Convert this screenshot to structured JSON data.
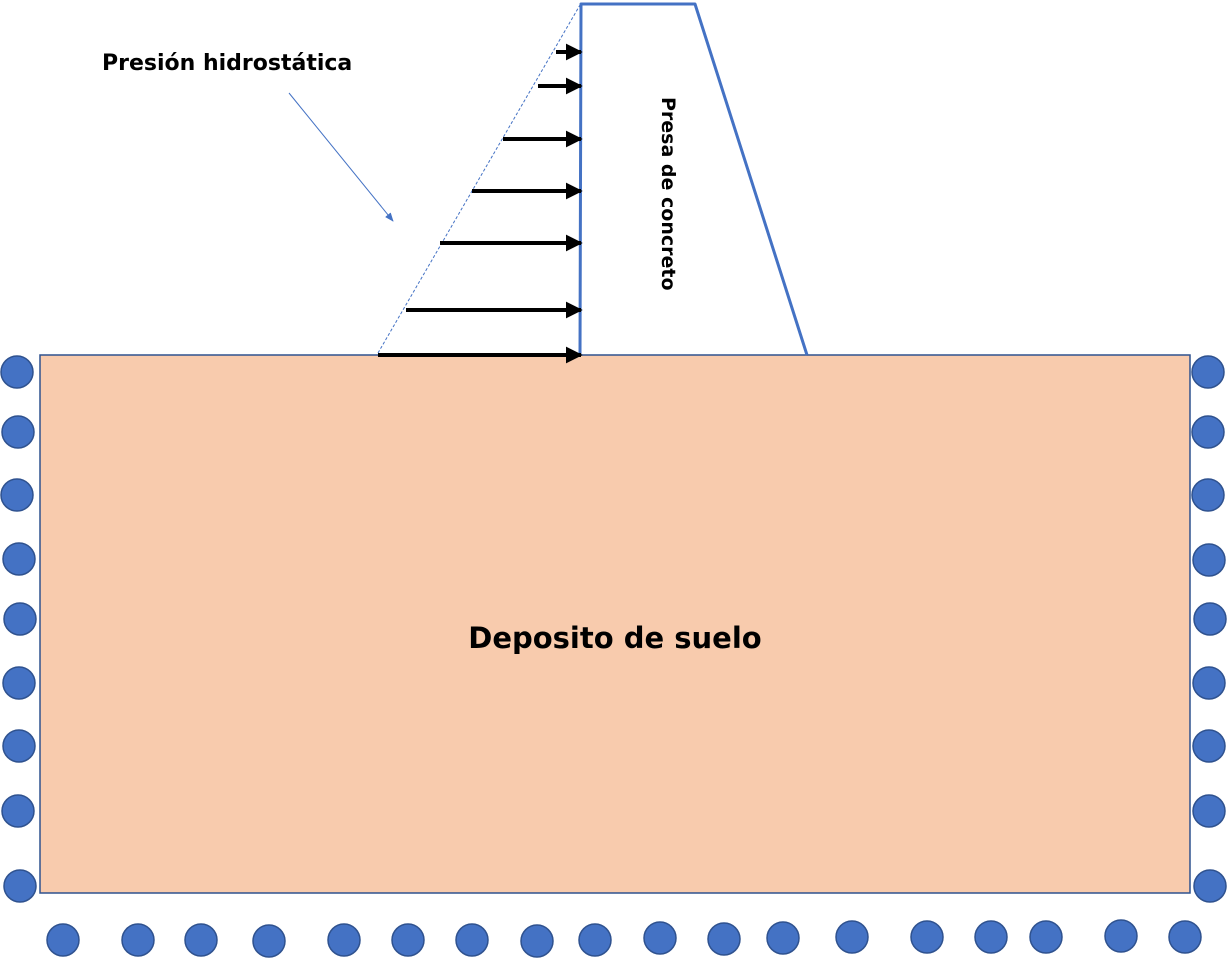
{
  "labels": {
    "pressure": "Presión hidrostática",
    "dam": "Presa de concreto",
    "soil": "Deposito de suelo"
  },
  "colors": {
    "soil_fill": "#F8CBAD",
    "outline": "#2F528F",
    "dam_line": "#4472C4",
    "roller_fill": "#4472C4",
    "arrow": "#000000"
  },
  "boundary": {
    "left_rollers": 9,
    "right_rollers": 9,
    "bottom_rollers": 18
  }
}
